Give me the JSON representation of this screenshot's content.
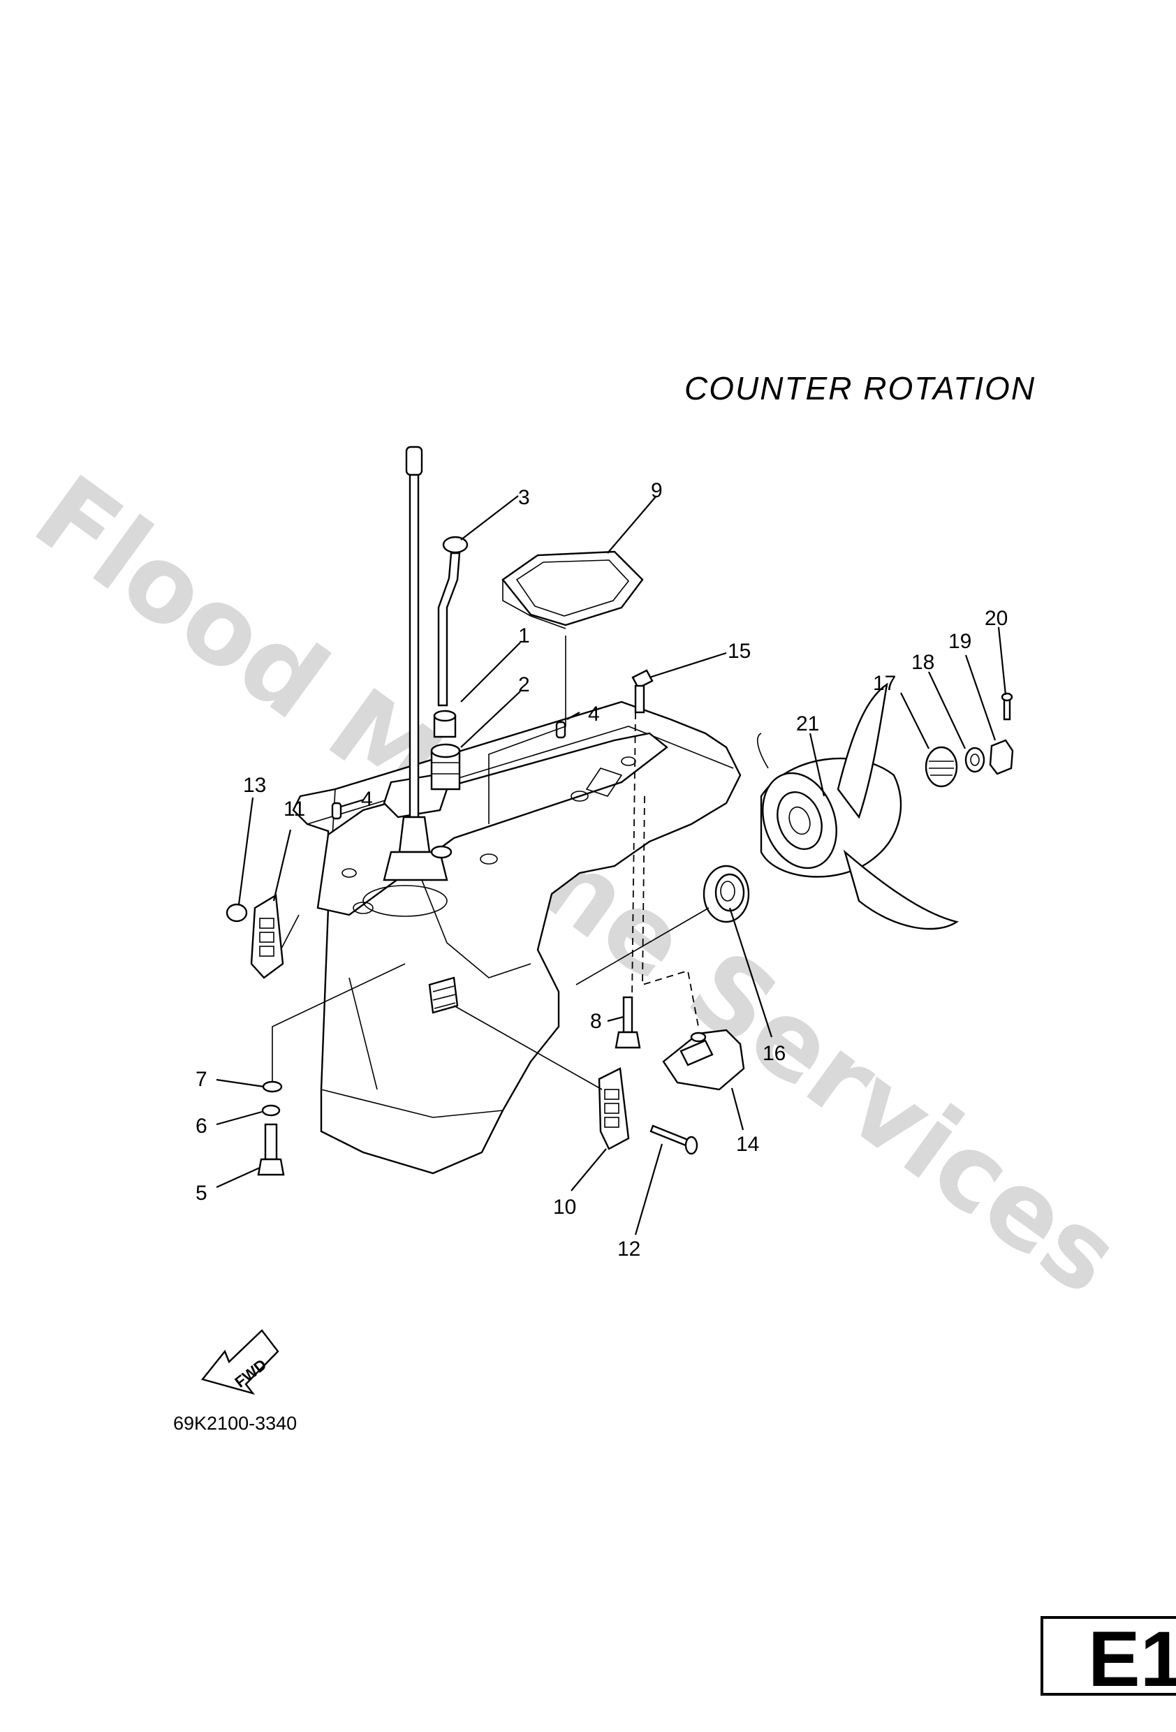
{
  "heading": "COUNTER  ROTATION",
  "watermark": "Flood Marine Services",
  "drawing_code": "69K2100-3340",
  "direction_label": "FWD",
  "page_id": "E1",
  "callouts": [
    "1",
    "2",
    "3",
    "4",
    "4",
    "5",
    "6",
    "7",
    "8",
    "9",
    "10",
    "11",
    "12",
    "13",
    "14",
    "15",
    "16",
    "17",
    "18",
    "19",
    "20",
    "21"
  ]
}
